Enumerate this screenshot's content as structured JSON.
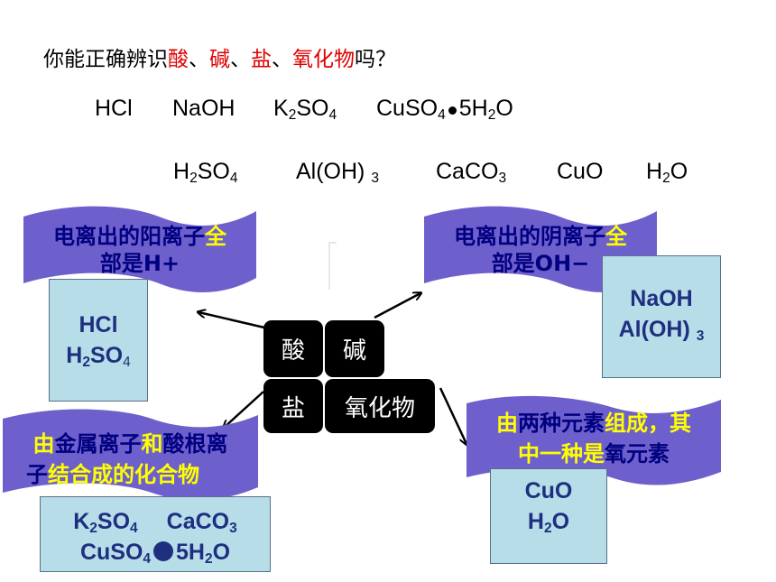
{
  "question": {
    "prefix": "你能正确辨识",
    "acid": "酸",
    "sep1": "、",
    "base": "碱",
    "sep2": "、",
    "salt": "盐",
    "sep3": "、",
    "oxide": "氧化物",
    "suffix": "吗？"
  },
  "formulas_row1": {
    "hcl": "HCl",
    "naoh": "NaOH",
    "k2so4": {
      "a": "K",
      "s1": "2",
      "b": "SO",
      "s2": "4"
    },
    "cuso4": {
      "a": "CuSO",
      "s1": "4",
      "b": "5H",
      "s2": "2",
      "c": "O"
    }
  },
  "formulas_row2": {
    "h2so4": {
      "a": "H",
      "s1": "2",
      "b": "SO",
      "s2": "4"
    },
    "aloh3": {
      "a": "Al(OH) ",
      "s1": "3"
    },
    "caco3": {
      "a": "CaCO",
      "s1": "3"
    },
    "cuo": "CuO",
    "h2o": {
      "a": "H",
      "s1": "2",
      "b": "O"
    }
  },
  "acid_banner": {
    "line1_a": "电离出的阳离子",
    "line1_b": "全",
    "line2": "部是H+"
  },
  "acid_box": {
    "hcl": "HCl",
    "h2so4": {
      "a": "H",
      "s1": "2",
      "b": "SO",
      "s2": "4"
    }
  },
  "base_banner": {
    "line1_a": "电离出的阴离子",
    "line1_b": "全",
    "line2": "部是OH−"
  },
  "base_box": {
    "naoh": "NaOH",
    "aloh3": {
      "a": "Al(OH) ",
      "s1": "3"
    }
  },
  "salt_banner": {
    "l1_a": "由",
    "l1_b": "金属离子",
    "l1_c": "和",
    "l1_d": "酸根离",
    "l2_a": "子",
    "l2_b": "结合成的化合物"
  },
  "salt_box": {
    "k2so4": {
      "a": "K",
      "s1": "2",
      "b": "SO",
      "s2": "4"
    },
    "caco3": {
      "a": "CaCO",
      "s1": "3"
    },
    "cuso4": {
      "a": "CuSO",
      "s1": "4",
      "b": "5H",
      "s2": "2",
      "c": "O"
    }
  },
  "oxide_banner": {
    "l1_a": "由",
    "l1_b": "两种元素",
    "l1_c": "组成，其",
    "l2_a": "中一种是",
    "l2_b": "氧元素"
  },
  "oxide_box": {
    "cuo": "CuO",
    "h2o": {
      "a": "H",
      "s1": "2",
      "b": "O"
    }
  },
  "grid": {
    "acid": "酸",
    "base": "碱",
    "salt": "盐",
    "oxide": "氧化物"
  },
  "colors": {
    "banner_fill": "#6e60cc",
    "box_fill": "#b7dde8",
    "highlight": "#ffff00",
    "keyword": "#e00000"
  }
}
